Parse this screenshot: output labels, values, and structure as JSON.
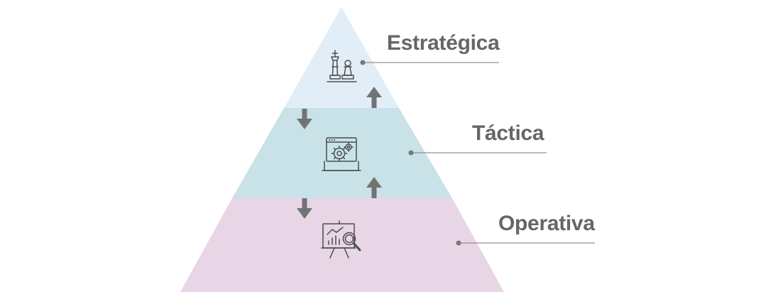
{
  "levels": [
    {
      "label": "Estratégica",
      "color": "#e1eef8",
      "icon": "chess-icon"
    },
    {
      "label": "Táctica",
      "color": "#c8e2e8",
      "icon": "gears-monitor-icon"
    },
    {
      "label": "Operativa",
      "color": "#e8d5e5",
      "icon": "analytics-board-icon"
    }
  ],
  "colors": {
    "label_text": "#666666",
    "arrow": "#737373",
    "icon_stroke": "#4d4d4d"
  }
}
